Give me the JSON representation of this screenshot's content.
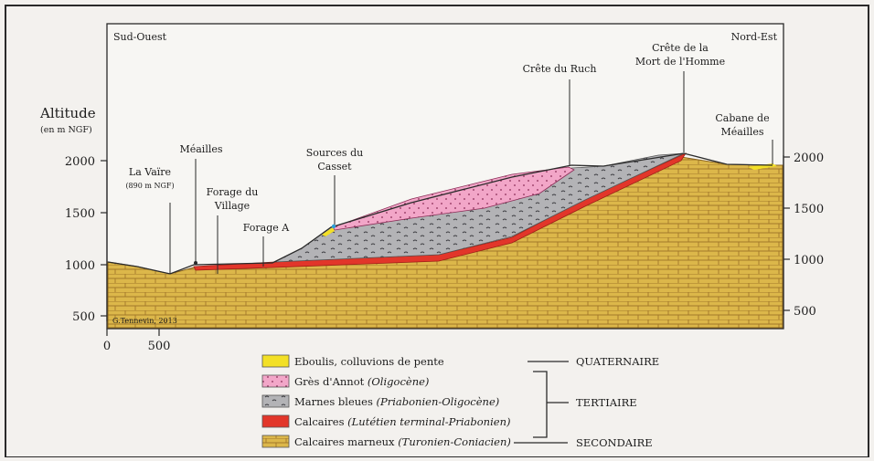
{
  "orientation": {
    "left": "Sud-Ouest",
    "right": "Nord-Est"
  },
  "axis": {
    "title": "Altitude",
    "unit": "(en m NGF)",
    "left_ticks": [
      "2000",
      "1500",
      "1000",
      "500"
    ],
    "right_ticks": [
      "2000",
      "1500",
      "1000",
      "500"
    ],
    "x_ticks": [
      "0",
      "500"
    ]
  },
  "credit": "G.Tennevin, 2013",
  "places": {
    "la_vaire": "La Vaïre",
    "la_vaire_alt": "(890 m NGF)",
    "meailles": "Méailles",
    "forage_village_1": "Forage du",
    "forage_village_2": "Village",
    "forage_a": "Forage A",
    "sources_1": "Sources du",
    "sources_2": "Casset",
    "crete_ruch": "Crête du Ruch",
    "crete_mort_1": "Crête de la",
    "crete_mort_2": "Mort de l'Homme",
    "cabane_1": "Cabane de",
    "cabane_2": "Méailles"
  },
  "legend": [
    {
      "label": "Eboulis, colluvions de pente",
      "age": "",
      "color": "#f3e026"
    },
    {
      "label": "Grès d'Annot ",
      "age": "(Oligocène)",
      "color": "#f2a6c8"
    },
    {
      "label": "Marnes bleues ",
      "age": "(Priabonien-Oligocène)",
      "color": "#b3b3b6"
    },
    {
      "label": "Calcaires ",
      "age": "(Lutétien terminal-Priabonien)",
      "color": "#e2362a"
    },
    {
      "label": "Calcaires marneux ",
      "age": "(Turonien-Coniacien)",
      "color": "#dcb74a"
    }
  ],
  "eras": {
    "quaternaire": "QUATERNAIRE",
    "tertiaire": "TERTIAIRE",
    "secondaire": "SECONDAIRE"
  },
  "colors": {
    "frame": "#2a2a2a",
    "limestone_marl": "#dcb74a",
    "limestone": "#e2362a",
    "blue_marls": "#b3b3b6",
    "annot_sandstone": "#f2a6c8",
    "scree": "#f3e026"
  }
}
